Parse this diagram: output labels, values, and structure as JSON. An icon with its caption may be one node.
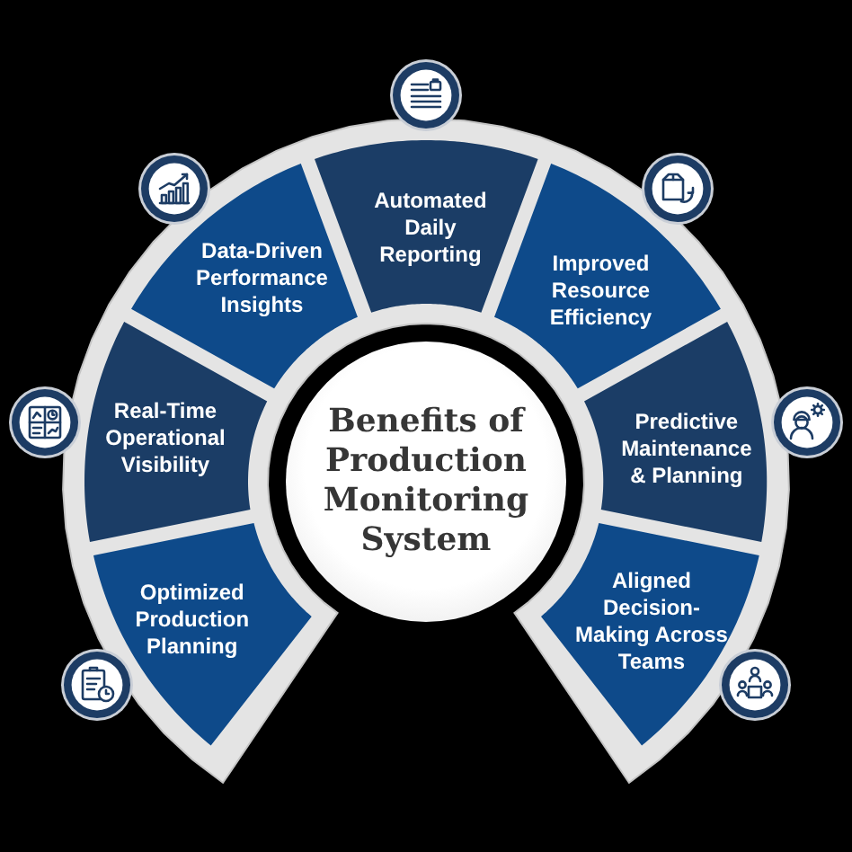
{
  "diagram": {
    "nodes": [
      {
        "text": [
          "Benefits of Production Monitoring System"
        ]
      },
      {
        "text": [
          "Optimized Production Planning"
        ]
      },
      {
        "text": [
          "Real-Time Operational Visibility"
        ]
      },
      {
        "text": [
          "Data-Driven Performance Insights"
        ]
      },
      {
        "text": [
          "Automated Daily Reporting"
        ]
      },
      {
        "text": [
          "Improved Resource Efficiency"
        ]
      },
      {
        "text": [
          "Predictive Maintenance & Planning"
        ]
      },
      {
        "text": [
          "Aligned Decision-Making Across Teams"
        ]
      }
    ]
  }
}
